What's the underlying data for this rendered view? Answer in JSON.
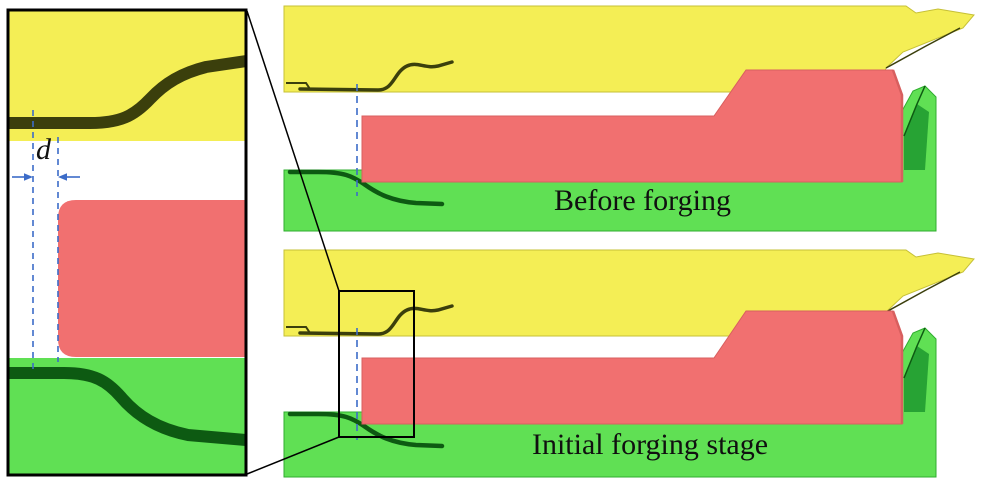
{
  "panels": {
    "before": {
      "caption": "Before forging"
    },
    "initial": {
      "caption": "Initial forging stage"
    }
  },
  "inset": {
    "dimension_label": "d"
  },
  "colors": {
    "upper_die": "#f4ee55",
    "upper_die_edge": "#c6c036",
    "die_detail_dark_olive": "#3b3f0c",
    "lower_die": "#60e054",
    "lower_die_edge": "#2fae2f",
    "lower_die_facet": "#27a334",
    "die_detail_dark_green": "#0d5a12",
    "billet": "#f17070",
    "billet_edge": "#d85f5f",
    "dimension_blue": "#3c6cc8",
    "outline": "#000000",
    "background": "#ffffff"
  }
}
